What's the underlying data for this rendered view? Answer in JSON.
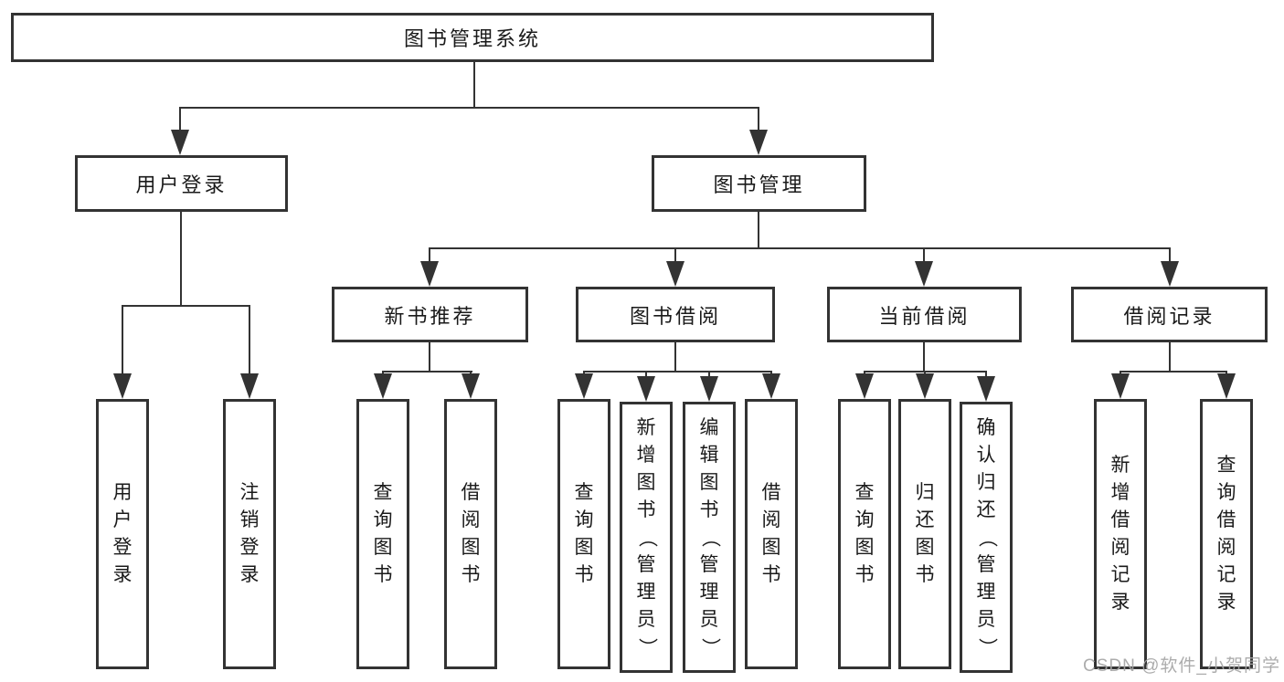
{
  "diagram": {
    "type": "hierarchy-tree",
    "title": "图书管理系统",
    "colors": {
      "line": "#333333",
      "text": "#1a1a1a",
      "background": "#ffffff",
      "watermark": "#a5a5a5"
    },
    "tree": {
      "root": {
        "label": "图书管理系统"
      },
      "level2": [
        {
          "label": "用户登录"
        },
        {
          "label": "图书管理"
        }
      ],
      "level3": [
        {
          "label": "新书推荐",
          "parent": "图书管理"
        },
        {
          "label": "图书借阅",
          "parent": "图书管理"
        },
        {
          "label": "当前借阅",
          "parent": "图书管理"
        },
        {
          "label": "借阅记录",
          "parent": "图书管理"
        }
      ],
      "leaves": {
        "user_login": [
          "用户登录",
          "注销登录"
        ],
        "new_books": [
          "查询图书",
          "借阅图书"
        ],
        "book_borrow": [
          "查询图书",
          "新增图书（管理员）",
          "编辑图书（管理员）",
          "借阅图书"
        ],
        "current_borrow": [
          "查询图书",
          "归还图书",
          "确认归还（管理员）"
        ],
        "borrow_records": [
          "新增借阅记录",
          "查询借阅记录"
        ]
      }
    }
  },
  "watermark": "CSDN @软件_小贺同学"
}
